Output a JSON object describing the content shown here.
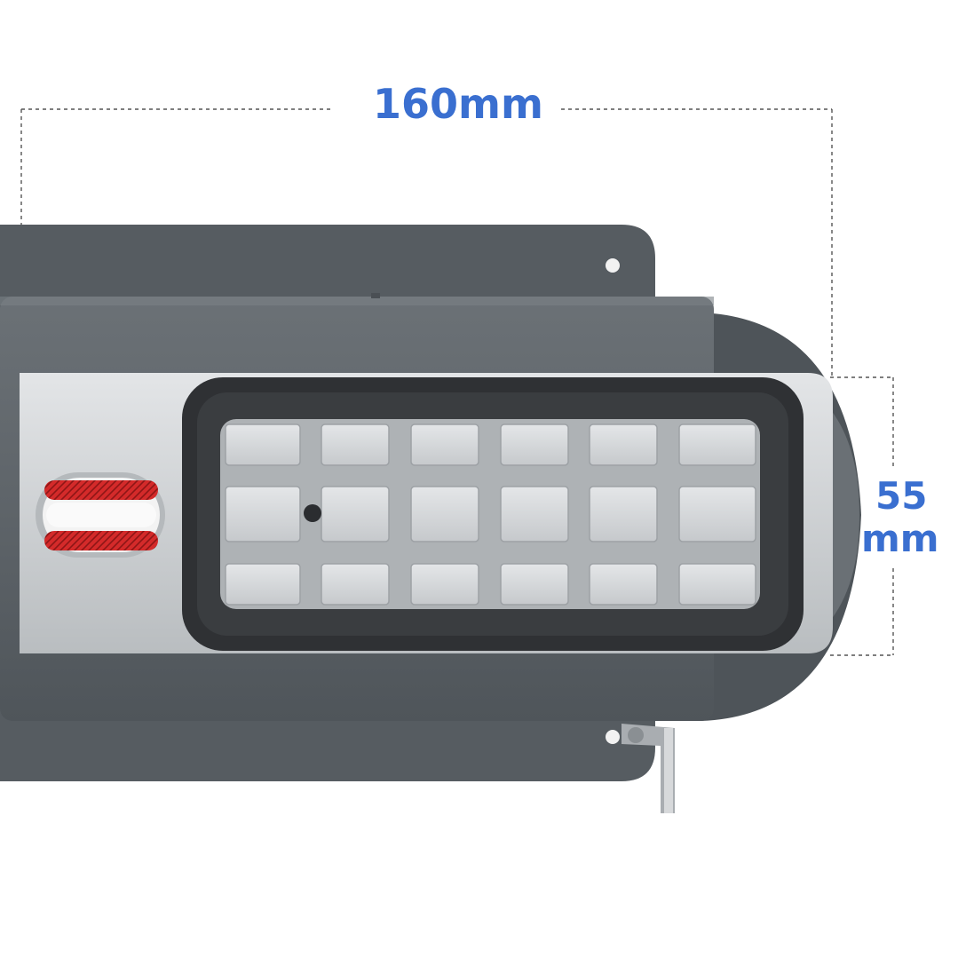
{
  "dimensions": {
    "width_label": "160mm",
    "height_label_line1": "55",
    "height_label_line2": "mm",
    "label_color": "#3a6fd0"
  },
  "product": {
    "plate_color": "#555b61",
    "body_color": "#60666c",
    "silver_color": "#c9ccce",
    "pad_color": "#2e3033",
    "grid_color": "#d0d2d4",
    "strap_color": "#d42a2a"
  }
}
